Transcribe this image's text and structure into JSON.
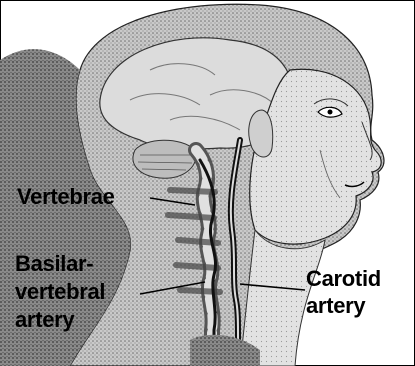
{
  "labels": {
    "vertebrae": "Vertebrae",
    "basilar_line1": "Basilar-",
    "basilar_line2": "vertebral",
    "basilar_line3": "artery",
    "carotid_line1": "Carotid",
    "carotid_line2": "artery"
  },
  "colors": {
    "ink": "#000000",
    "paper": "#ffffff",
    "shade": "#8a8a8a"
  }
}
